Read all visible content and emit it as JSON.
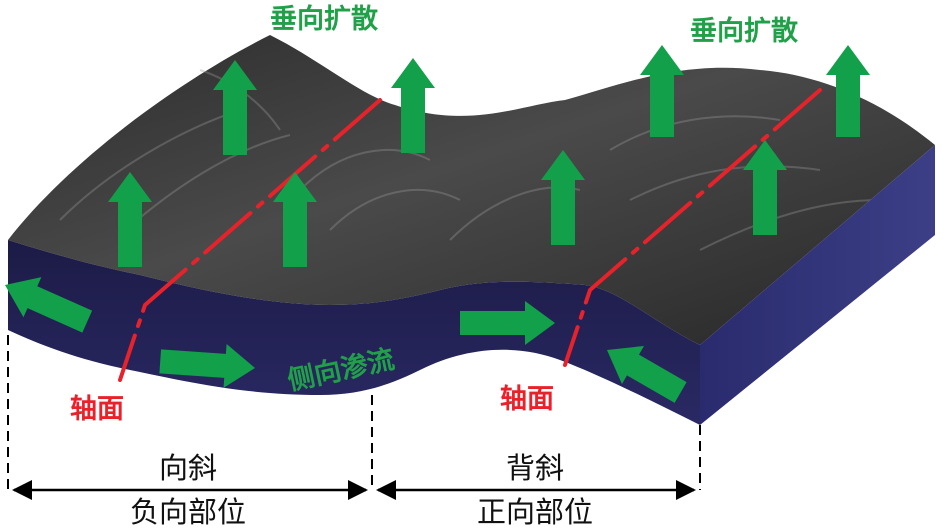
{
  "labels": {
    "vertical_diffusion_left": "垂向扩散",
    "vertical_diffusion_right": "垂向扩散",
    "lateral_seepage": "侧向渗流",
    "axial_plane_left": "轴面",
    "axial_plane_right": "轴面",
    "syncline": "向斜",
    "negative_position": "负向部位",
    "anticline": "背斜",
    "positive_position": "正向部位"
  },
  "colors": {
    "arrow_green": "#12a04a",
    "axis_red": "#e8222a",
    "rock_top": "#3b3b3b",
    "rock_side": "#23225a"
  }
}
